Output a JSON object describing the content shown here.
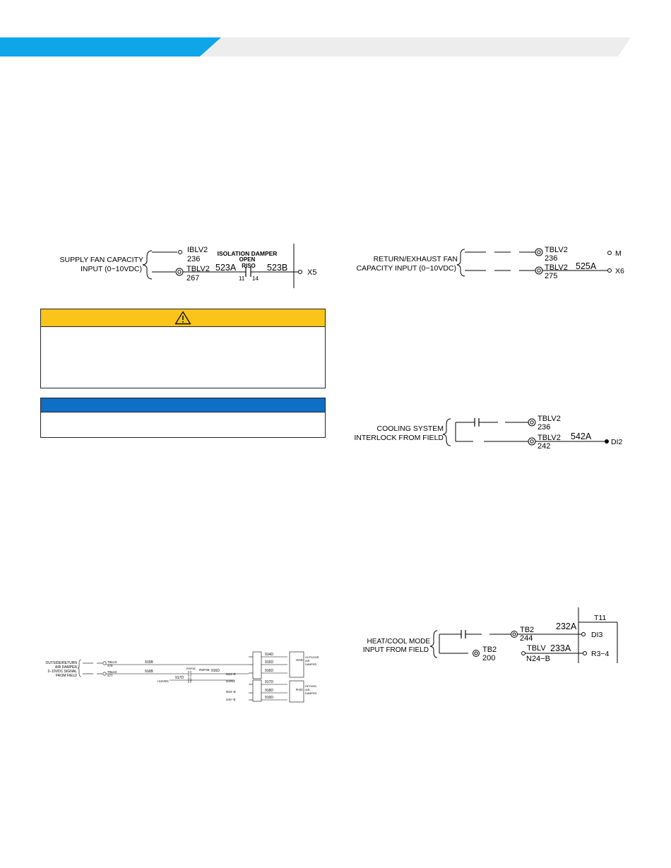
{
  "supply_fan": {
    "label_line1": "SUPPLY FAN  CAPACITY",
    "label_line2": "INPUT (0−10VDC)",
    "tb_top": "IBLV2",
    "tb_top_num": "236",
    "tb_bot": "TBLV2",
    "tb_bot_num": "267",
    "wire1": "523A",
    "wire2": "523B",
    "damper_line1": "ISOLATION DAMPER",
    "damper_line2": "OPEN",
    "relay": "RISO",
    "contact_a": "11",
    "contact_b": "14",
    "terminal": "X5"
  },
  "return_fan": {
    "label_line1": "RETURN/EXHAUST FAN",
    "label_line2": "CAPACITY INPUT (0−10VDC)",
    "tb_top": "TBLV2",
    "tb_top_num": "236",
    "tb_bot": "TBLV2",
    "tb_bot_num": "275",
    "wire": "525A",
    "term_top": "M",
    "term_bot": "X6"
  },
  "cooling": {
    "label_line1": "COOLING SYSTEM",
    "label_line2": "INTERLOCK FROM FIELD",
    "tb_top": "TBLV2",
    "tb_top_num": "236",
    "tb_bot": "TBLV2",
    "tb_bot_num": "242",
    "wire": "542A",
    "terminal": "DI2"
  },
  "heat_cool": {
    "label_line1": "HEAT/COOL MODE",
    "label_line2": "INPUT FROM FIELD",
    "tb_top": "TB2",
    "tb_top_num": "244",
    "tb_mid": "TB2",
    "tb_mid_num": "200",
    "tb_right": "TBLV",
    "tb_right_sub": "N24−B",
    "wire1": "232A",
    "wire2": "233A",
    "term1": "DI3",
    "term2": "R3−4",
    "block": "T11"
  },
  "damper": {
    "label_line1": "OUTSIDE/RETURN",
    "label_line2": "AIR DAMPER",
    "label_line3": "2−10VDC SIGNAL",
    "label_line4": "FROM FIELD",
    "tb1": "TBLV2",
    "tb1_num": "276",
    "tb2": "TBLV2",
    "tb2_num": "277",
    "wire1": "915B",
    "wire2": "916B",
    "wire3": "916D",
    "wire4": "917D",
    "relay_top": "RSP36",
    "relay_bot": "RSP36",
    "voltage": "+12VDC",
    "supply1": "N24−E",
    "supply2": "D4/R4",
    "supply3": "N24−E",
    "supply4": "24V−E",
    "oad_wires": [
      "914D",
      "915D",
      "916D"
    ],
    "rad_wires": [
      "917D",
      "918D",
      "919D"
    ],
    "oad_label": "OAD",
    "rad_label": "RAD",
    "oad_name_1": "OUTDOOR",
    "oad_name_2": "AIR",
    "oad_name_3": "DAMPER",
    "rad_name_1": "RETURN",
    "rad_name_2": "AIR",
    "rad_name_3": "DAMPER"
  },
  "colors": {
    "header_blue": "#0ea5e9",
    "header_gray": "#ededed",
    "caution_yellow": "#fbc41a",
    "notice_blue": "#0f6fc6"
  }
}
